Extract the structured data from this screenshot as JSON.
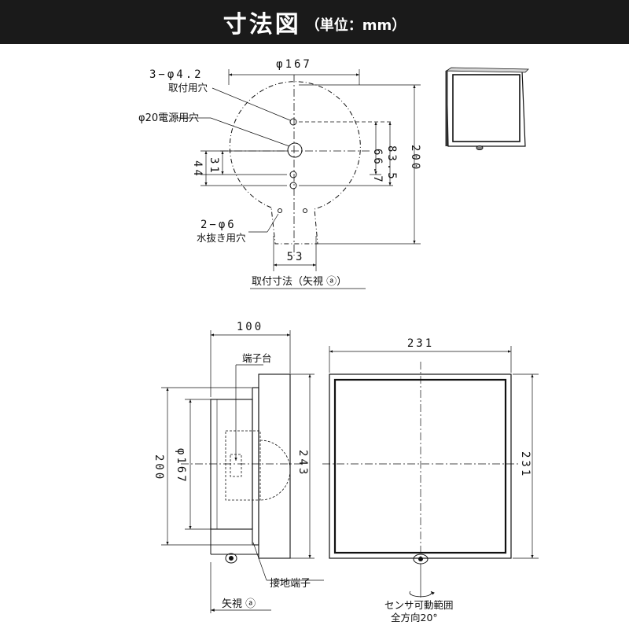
{
  "header": {
    "title": "寸法図",
    "unit": "（単位：mm）"
  },
  "top_view": {
    "dim_diameter": "φ167",
    "hole_mount_spec": "3−φ4.2",
    "hole_mount_label": "取付用穴",
    "hole_power": "φ20電源用穴",
    "dim_66_7": "66.7",
    "dim_83_5": "83.5",
    "dim_200": "200",
    "dim_44": "44",
    "dim_31": "31",
    "drain_spec": "2−φ6",
    "drain_label": "水抜き用穴",
    "dim_53": "53",
    "caption": "取付寸法（矢視 ⓐ）"
  },
  "side_view": {
    "dim_100": "100",
    "terminal_block": "端子台",
    "dim_200": "200",
    "dim_phi167": "φ167",
    "dim_243": "243",
    "ground_terminal": "接地端子",
    "arrow_view": "矢視 ⓐ"
  },
  "front_view": {
    "dim_width": "231",
    "dim_height": "231",
    "sensor_range_line1": "センサ可動範囲",
    "sensor_range_line2": "全方向20°"
  },
  "colors": {
    "header_bg": "#1a1a1a",
    "line": "#111111"
  }
}
